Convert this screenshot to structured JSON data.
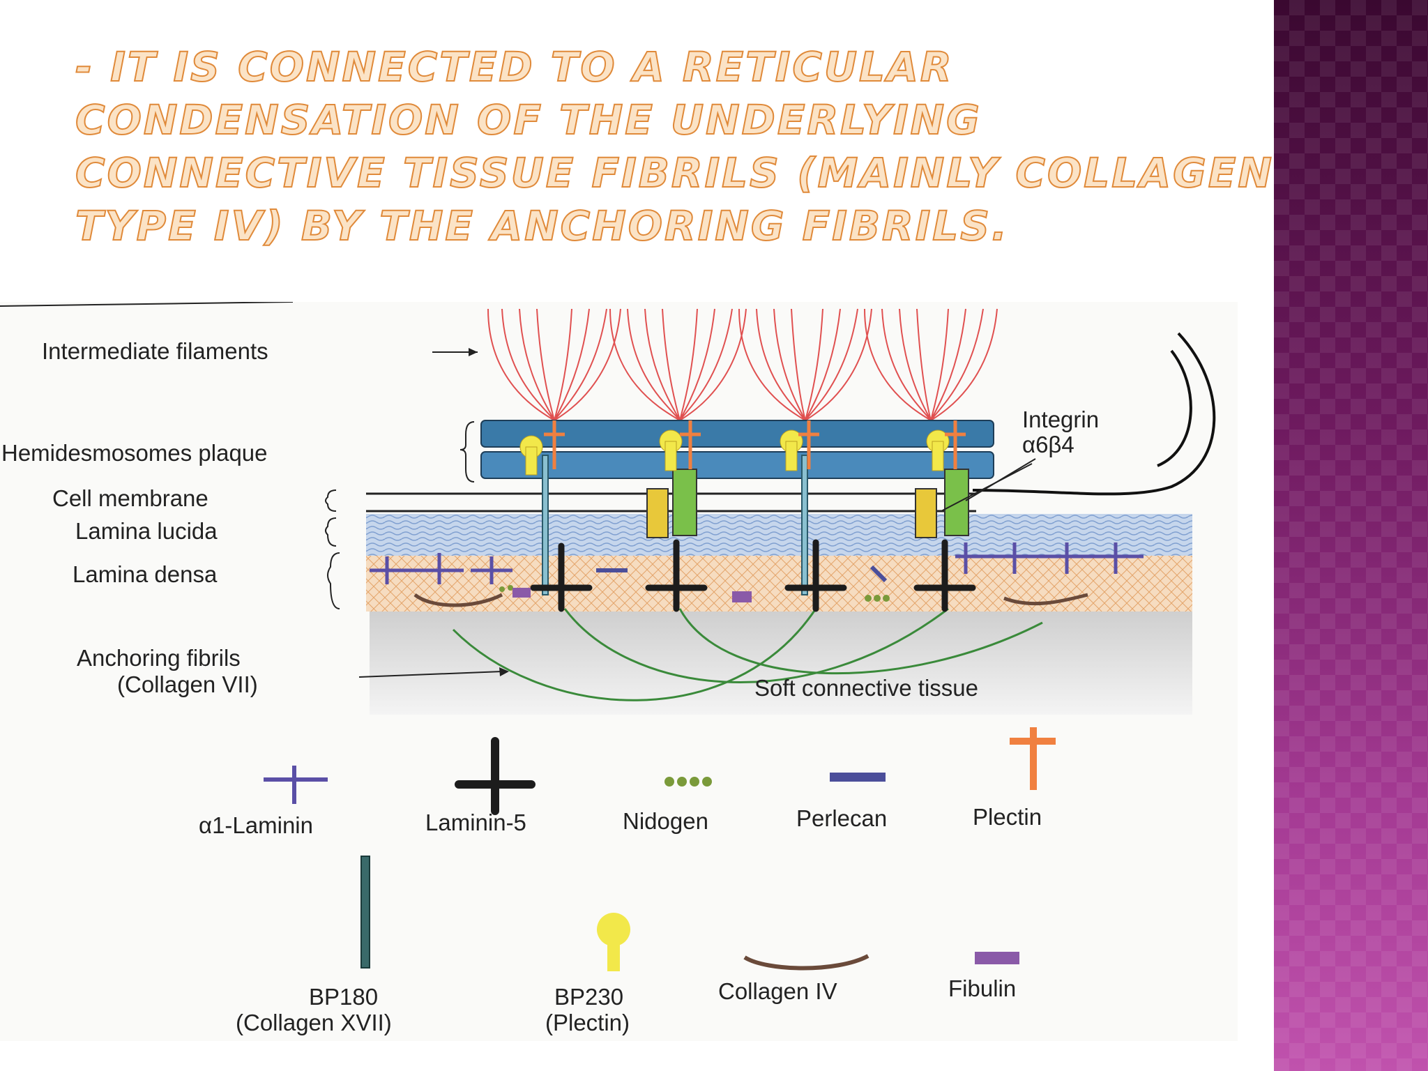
{
  "title": {
    "lines": [
      "- It is connected to a reticular",
      "condensation of the underlying",
      "connective tissue fibrils (mainly collagen",
      "type IV) by the anchoring fibrils."
    ]
  },
  "figure": {
    "labels": {
      "intermediate_filaments": "Intermediate filaments",
      "hemidesmosomes_plaque": "Hemidesmosomes plaque",
      "cell_membrane": "Cell membrane",
      "lamina_lucida": "Lamina lucida",
      "lamina_densa": "Lamina densa",
      "anchoring_fibrils_1": "Anchoring fibrils",
      "anchoring_fibrils_2": "(Collagen VII)",
      "soft_connective_tissue": "Soft connective tissue",
      "integrin_1": "Integrin",
      "integrin_2": "α6β4"
    },
    "legend": [
      {
        "id": "a1-laminin",
        "label": "α1-Laminin",
        "color": "#5a4fa6"
      },
      {
        "id": "laminin-5",
        "label": "Laminin-5",
        "color": "#1c1c1c"
      },
      {
        "id": "nidogen",
        "label": "Nidogen",
        "color": "#7a9a3a"
      },
      {
        "id": "perlecan",
        "label": "Perlecan",
        "color": "#4b4e9a"
      },
      {
        "id": "plectin",
        "label": "Plectin",
        "color": "#f08040"
      },
      {
        "id": "bp180",
        "label_1": "BP180",
        "label_2": "(Collagen XVII)",
        "color": "#3a6a6a"
      },
      {
        "id": "bp230",
        "label_1": "BP230",
        "label_2": "(Plectin)",
        "color": "#f2e84a"
      },
      {
        "id": "collagen-iv",
        "label": "Collagen IV",
        "color": "#6a4a3a"
      },
      {
        "id": "fibulin",
        "label": "Fibulin",
        "color": "#8a5aa8"
      }
    ],
    "colors": {
      "filaments": "#e05050",
      "plaque": "#3a7aa8",
      "lucida": "#c6d6ec",
      "densa": "#f6dcc0",
      "integrin_green": "#7ac04a",
      "integrin_yellow": "#e8c83a",
      "anchoring": "#3a8a3a"
    }
  }
}
